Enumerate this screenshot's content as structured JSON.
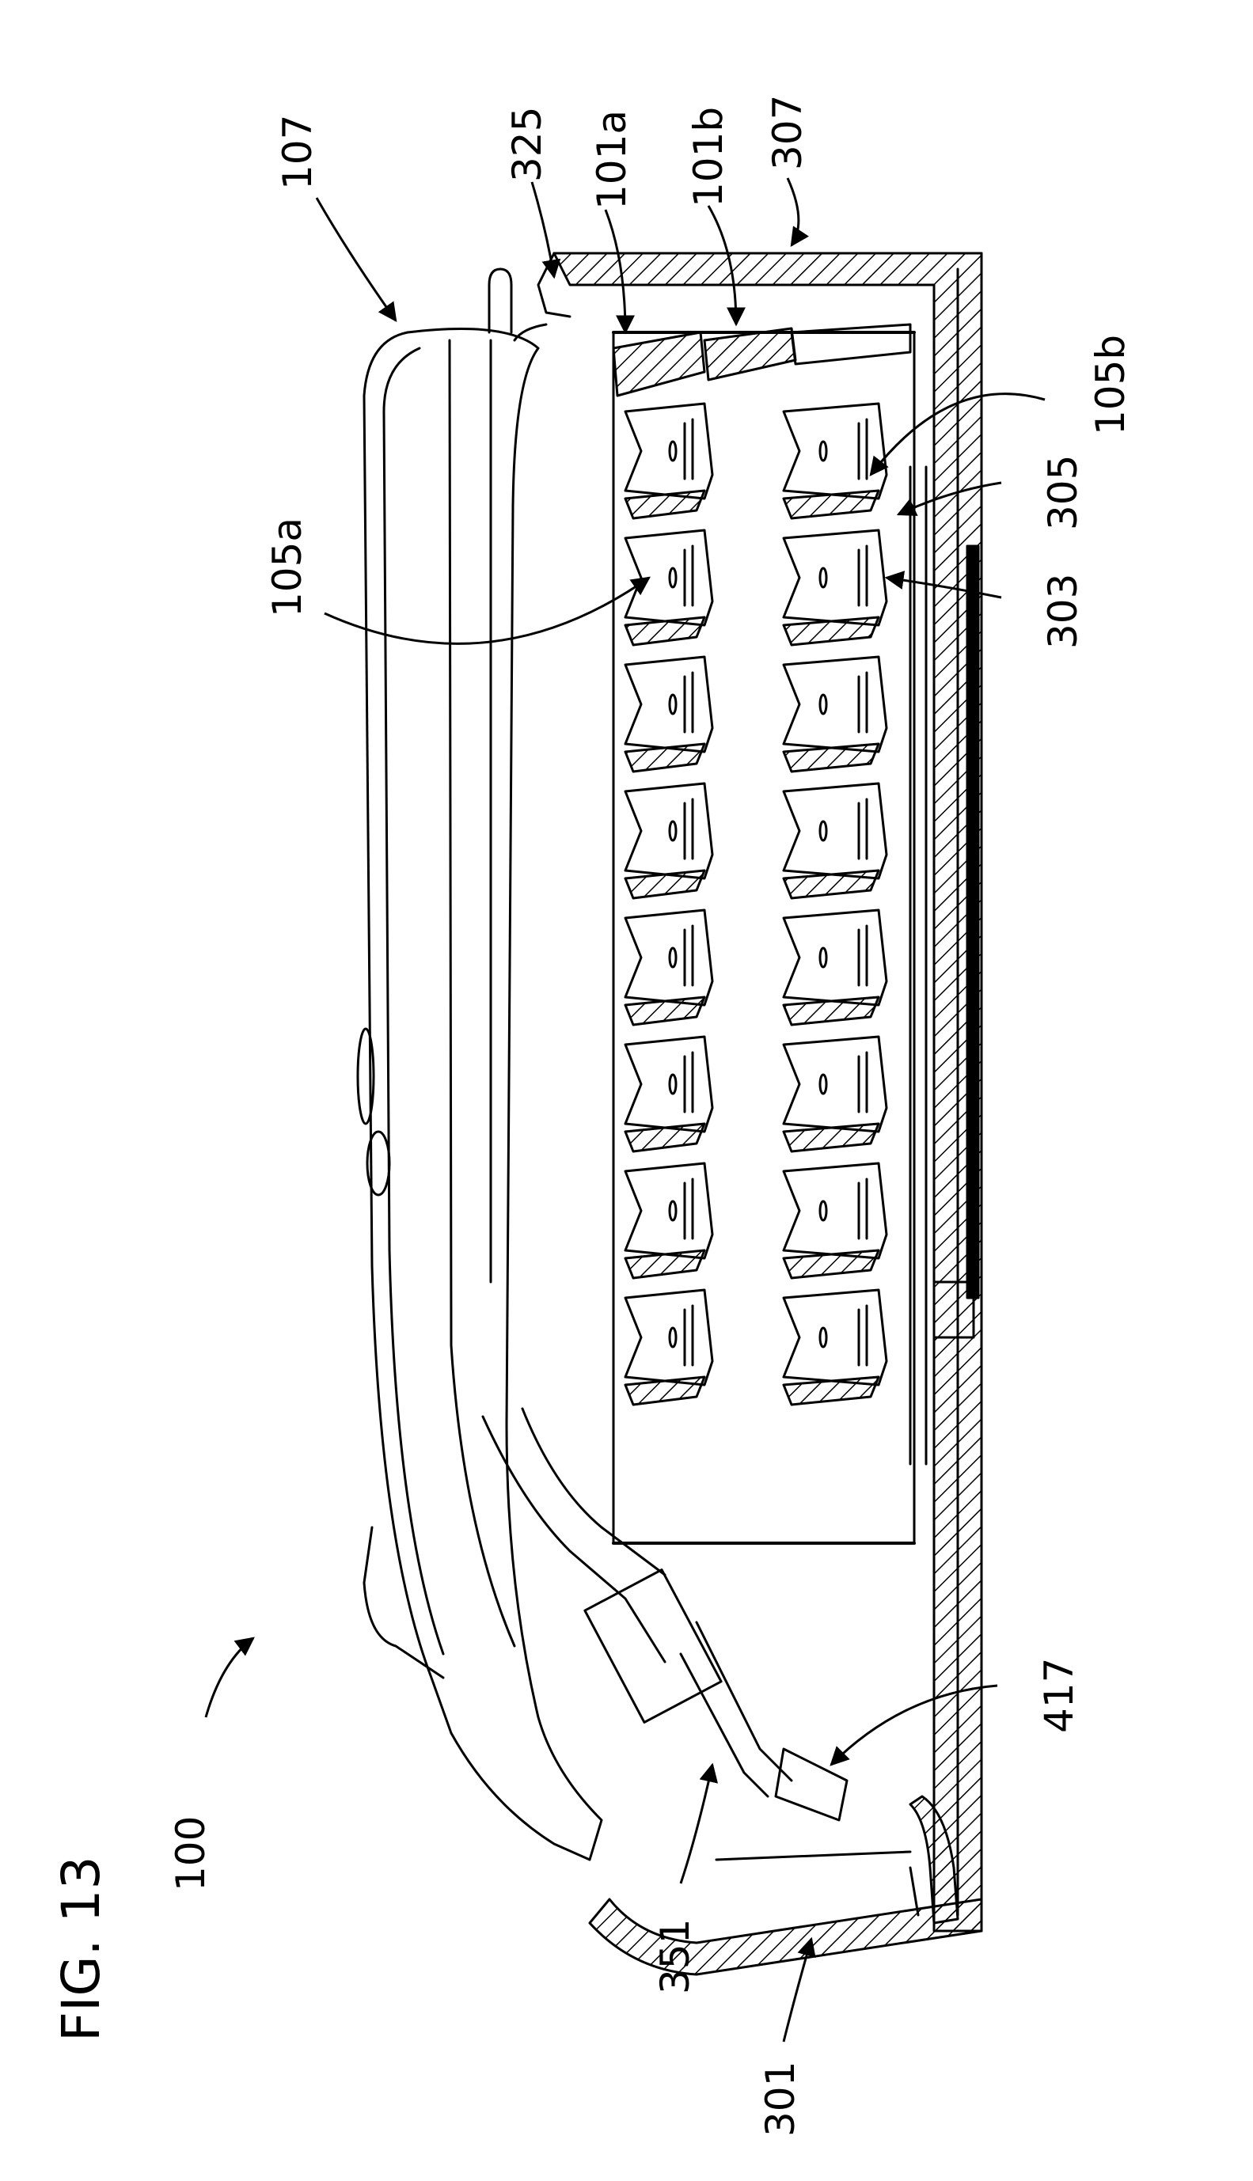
{
  "figure": {
    "title": "FIG. 13",
    "labels": {
      "l100": "100",
      "l107": "107",
      "l325": "325",
      "l101a": "101a",
      "l101b": "101b",
      "l307": "307",
      "l105b": "105b",
      "l305": "305",
      "l303": "303",
      "l105a": "105a",
      "l417": "417",
      "l351": "351",
      "l301": "301"
    }
  }
}
